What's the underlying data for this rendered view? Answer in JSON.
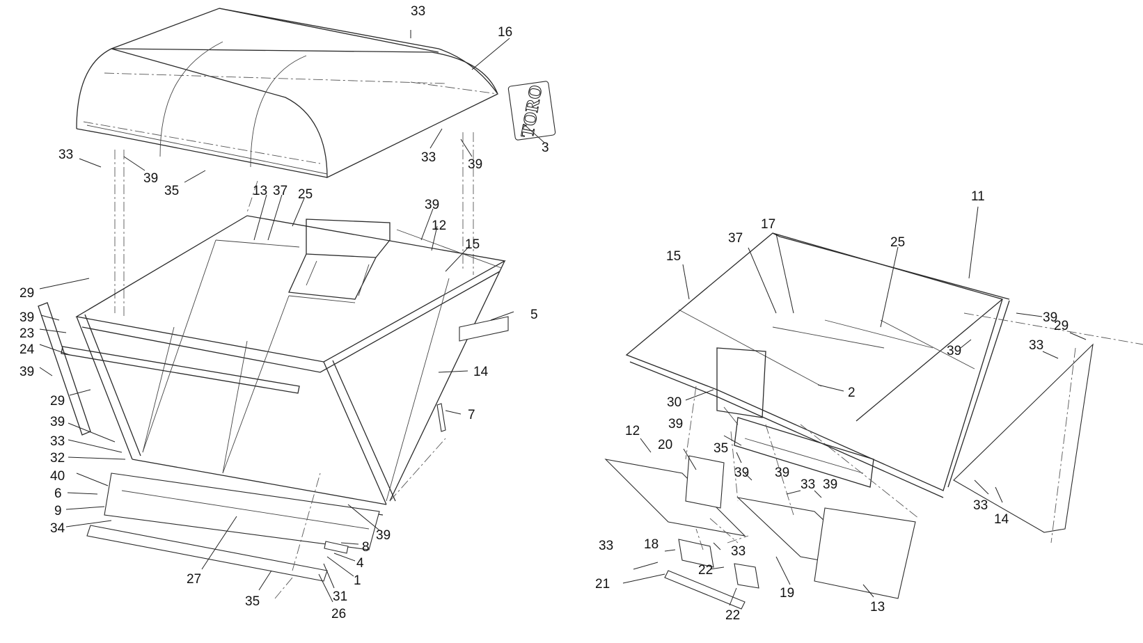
{
  "diagram": {
    "logo_text": "TORO",
    "left_assembly": {
      "callouts": [
        "33",
        "16",
        "3",
        "39",
        "33",
        "33",
        "39",
        "35",
        "13",
        "37",
        "25",
        "39",
        "12",
        "15",
        "29",
        "39",
        "23",
        "24",
        "39",
        "5",
        "14",
        "29",
        "7",
        "39",
        "33",
        "32",
        "40",
        "6",
        "9",
        "34",
        "8",
        "39",
        "4",
        "27",
        "1",
        "31",
        "35",
        "26"
      ]
    },
    "right_assembly": {
      "callouts": [
        "11",
        "17",
        "37",
        "25",
        "15",
        "39",
        "29",
        "33",
        "39",
        "2",
        "30",
        "39",
        "12",
        "20",
        "35",
        "39",
        "39",
        "33",
        "39",
        "33",
        "14",
        "33",
        "18",
        "33",
        "22",
        "21",
        "19",
        "13",
        "22"
      ]
    }
  }
}
